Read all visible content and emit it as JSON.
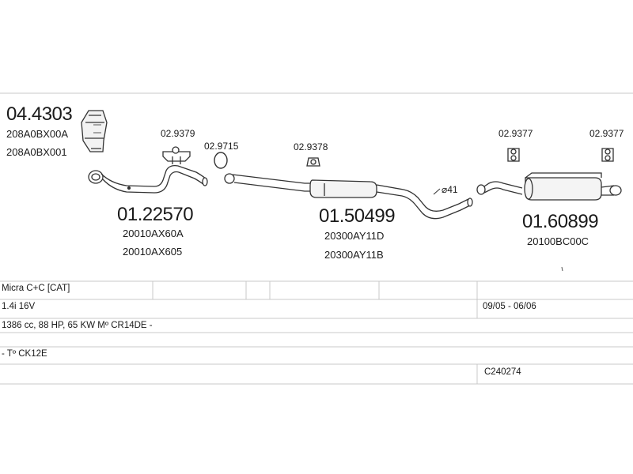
{
  "parts": {
    "catalyst": {
      "number": "04.4303",
      "oe": [
        "208A0BX00A",
        "208A0BX001"
      ]
    },
    "front_pipe": {
      "number": "01.22570",
      "oe": [
        "20010AX60A",
        "20010AX605"
      ]
    },
    "front_hanger": "02.9379",
    "gasket": "02.9715",
    "middle_hanger": "02.9378",
    "middle_silencer": {
      "number": "01.50499",
      "oe": [
        "20300AY11D",
        "20300AY11B"
      ]
    },
    "pipe_diameter": "⌀41",
    "rear_hanger_1": "02.9377",
    "rear_hanger_2": "02.9377",
    "rear_silencer": {
      "number": "01.60899",
      "oe": [
        "20100BC00C"
      ]
    }
  },
  "table": {
    "model": "Micra C+C  [CAT]",
    "engine": "1.4i 16V",
    "years": "09/05 - 06/06",
    "specs": "1386 cc, 88 HP, 65 KW Mº CR14DE -",
    "transmission": "- Tº CK12E",
    "code": "C240274"
  }
}
